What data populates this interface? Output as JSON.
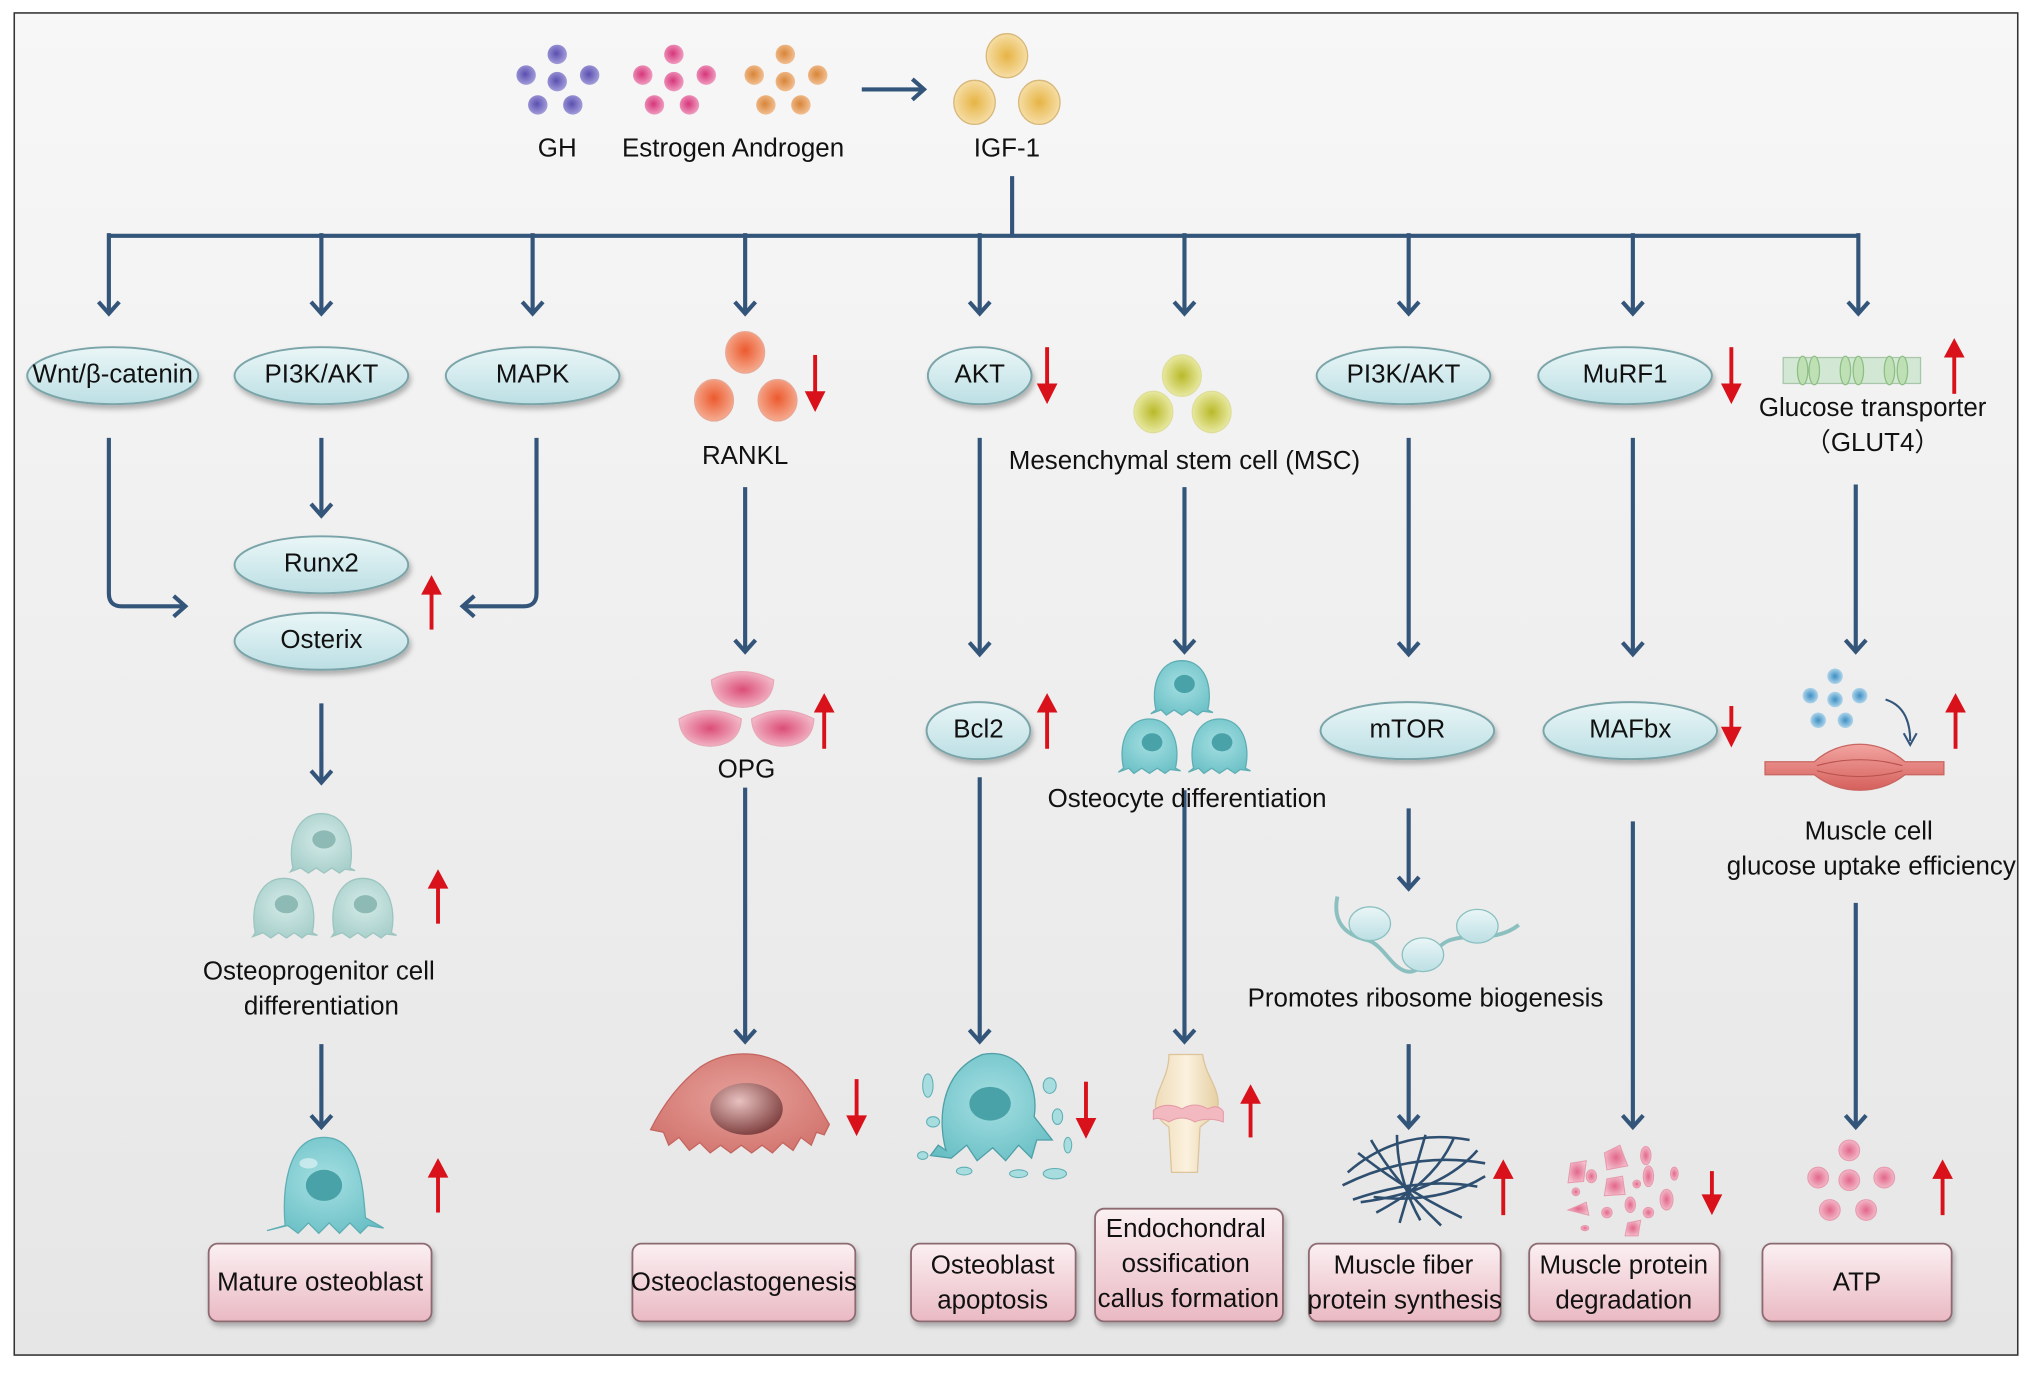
{
  "figure": {
    "title": "IGF-1 signaling in bone and muscle",
    "colors": {
      "flow_arrow": "#34557a",
      "regulation_arrow": "#d9111a",
      "node_fill": "#cfe8ec",
      "outcome_fill": "#f3cfd6",
      "background": "#eeeeee"
    }
  },
  "top": {
    "hormones": [
      {
        "label": "GH",
        "color": "#7b6fc4"
      },
      {
        "label": "Estrogen",
        "color": "#e06aa0"
      },
      {
        "label": "Androgen",
        "color": "#e59e62"
      }
    ],
    "target": {
      "label": "IGF-1",
      "color": "#eac46a"
    }
  },
  "pathways": {
    "wnt": "Wnt/β-catenin",
    "pi3k_bone": "PI3K/AKT",
    "mapk": "MAPK",
    "runx2": "Runx2",
    "osterix": "Osterix",
    "runx_osterix_regulation": "up",
    "osteoprogenitor": [
      "Osteoprogenitor cell",
      "differentiation"
    ],
    "osteoprogenitor_regulation": "up",
    "mature_osteoblast_regulation": "up",
    "rankl": "RANKL",
    "rankl_regulation": "down",
    "opg": "OPG",
    "opg_regulation": "up",
    "osteoclast_regulation": "down",
    "akt": "AKT",
    "akt_regulation": "down",
    "bcl2": "Bcl2",
    "bcl2_regulation": "up",
    "apoptosis_cell_regulation": "down",
    "msc": "Mesenchymal stem cell (MSC)",
    "osteocyte": "Osteocyte differentiation",
    "bone_regulation": "up",
    "pi3k_muscle": "PI3K/AKT",
    "mtor": "mTOR",
    "ribosome": "Promotes ribosome biogenesis",
    "fiber_regulation": "up",
    "murf1": "MuRF1",
    "murf1_regulation": "down",
    "mafbx": "MAFbx",
    "mafbx_regulation": "down",
    "fragments_regulation": "down",
    "glut4": [
      "Glucose transporter",
      "（GLUT4）"
    ],
    "glut4_regulation": "up",
    "muscle_cell": [
      "Muscle cell",
      "glucose uptake efficiency"
    ],
    "muscle_cell_regulation": "up",
    "atp_regulation": "up"
  },
  "outcomes": {
    "mature_osteoblast": [
      "Mature osteoblast"
    ],
    "osteoclastogenesis": [
      "Osteoclastogenesis"
    ],
    "osteoblast_apoptosis": [
      "Osteoblast",
      "apoptosis"
    ],
    "endochondral": [
      "Endochondral",
      "ossification",
      "callus formation"
    ],
    "muscle_fiber": [
      "Muscle fiber",
      "protein synthesis"
    ],
    "muscle_protein": [
      "Muscle protein",
      "degradation"
    ],
    "atp": [
      "ATP"
    ]
  }
}
